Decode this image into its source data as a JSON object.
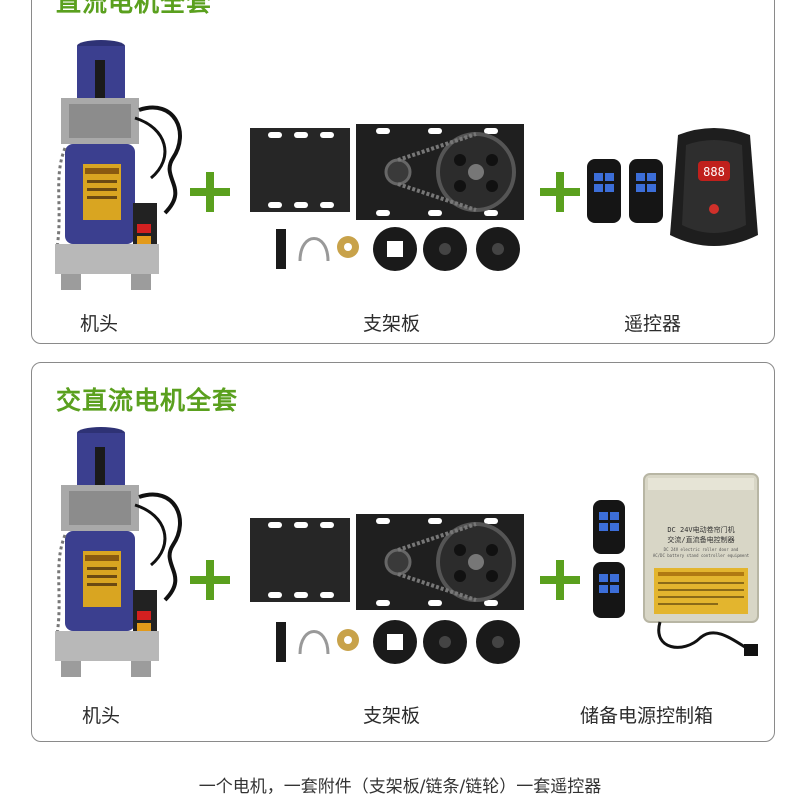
{
  "set1": {
    "title": "直流电机全套",
    "captions": {
      "motor": "机头",
      "bracket": "支架板",
      "control": "遥控器"
    },
    "receiver_display": "888"
  },
  "set2": {
    "title": "交直流电机全套",
    "captions": {
      "motor": "机头",
      "bracket": "支架板",
      "control": "储备电源控制箱"
    },
    "box_label_lines": [
      "DC 24V电动卷帘门机",
      "交流/直流备电控制器",
      "DC 24V electric roller door and",
      "AC/DC battery stand controller equipment"
    ]
  },
  "footer": "一个电机，一套附件（支架板/链条/链轮）一套遥控器",
  "colors": {
    "accent": "#5aa01e",
    "motor_blue": "#3b3f8f",
    "border": "#8a8a8a"
  },
  "icons": [
    "motor-image",
    "plus-icon",
    "bracket-plate-image",
    "chain-sprocket-image",
    "remote-control-image",
    "receiver-box-image",
    "backup-power-box-image"
  ]
}
